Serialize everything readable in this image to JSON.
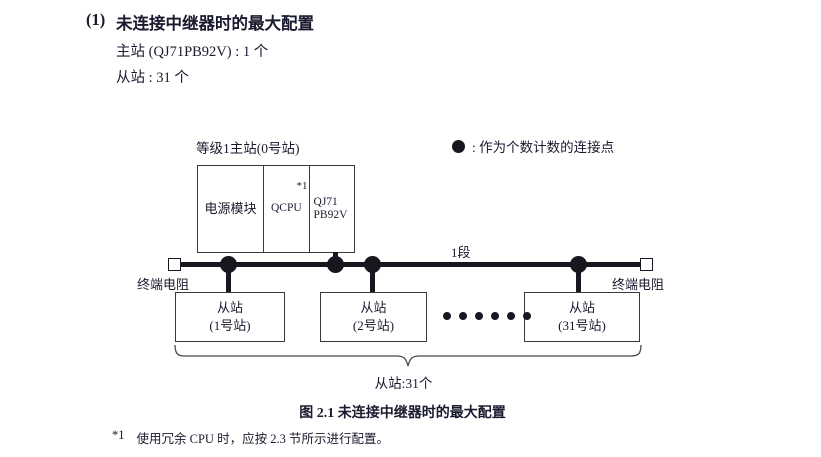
{
  "heading": {
    "number": "(1)",
    "title": "未连接中继器时的最大配置",
    "spec_master": "主站 (QJ71PB92V) : 1 个",
    "spec_slave": "从站 : 31 个"
  },
  "legend": {
    "marker": "filled-circle",
    "text": ": 作为个数计数的连接点"
  },
  "diagram": {
    "master": {
      "caption": "等级1主站(0号站)",
      "cells": [
        {
          "label": "电源模块"
        },
        {
          "label": "QCPU",
          "footmark": "*1"
        },
        {
          "label_line1": "QJ71",
          "label_line2": "PB92V"
        }
      ]
    },
    "bus": {
      "segment_label": "1段",
      "terminator_left_label": "终端电阻",
      "terminator_right_label": "终端电阻",
      "connection_points": 4
    },
    "slaves": [
      {
        "name": "从站",
        "station": "(1号站)"
      },
      {
        "name": "从站",
        "station": "(2号站)"
      },
      {
        "name": "从站",
        "station": "(31号站)"
      }
    ],
    "ellipsis_count": 6,
    "brace_total": "从站:31个"
  },
  "caption": "图 2.1  未连接中继器时的最大配置",
  "footnote": {
    "mark": "*1",
    "text": "使用冗余 CPU 时，应按 2.3 节所示进行配置。"
  },
  "colors": {
    "ink": "#1a1a2e",
    "line": "#3a3a3a",
    "solid": "#17171f"
  }
}
